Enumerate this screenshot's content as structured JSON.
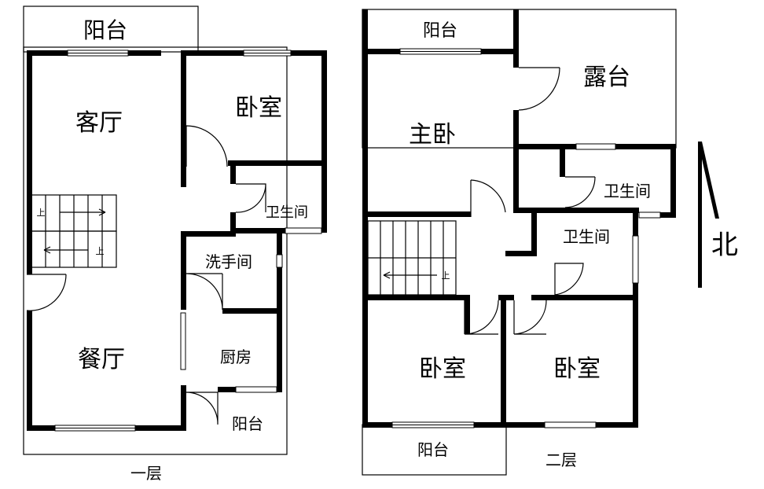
{
  "floor1": {
    "name": "一层",
    "rooms": {
      "balcony_top": "阳台",
      "living_room": "客厅",
      "bedroom": "卧室",
      "bathroom": "卫生间",
      "washroom": "洗手间",
      "dining_room": "餐厅",
      "kitchen": "厨房",
      "balcony_bottom": "阳台"
    },
    "stairs": {
      "up_label_1": "上",
      "up_label_2": "上"
    }
  },
  "floor2": {
    "name": "二层",
    "rooms": {
      "balcony_top": "阳台",
      "terrace": "露台",
      "master_bedroom": "主卧",
      "bathroom_1": "卫生间",
      "bathroom_2": "卫生间",
      "bedroom_left": "卧室",
      "bedroom_right": "卧室",
      "balcony_bottom": "阳台"
    },
    "stairs": {
      "up_label": "上"
    }
  },
  "compass": {
    "label": "北"
  }
}
